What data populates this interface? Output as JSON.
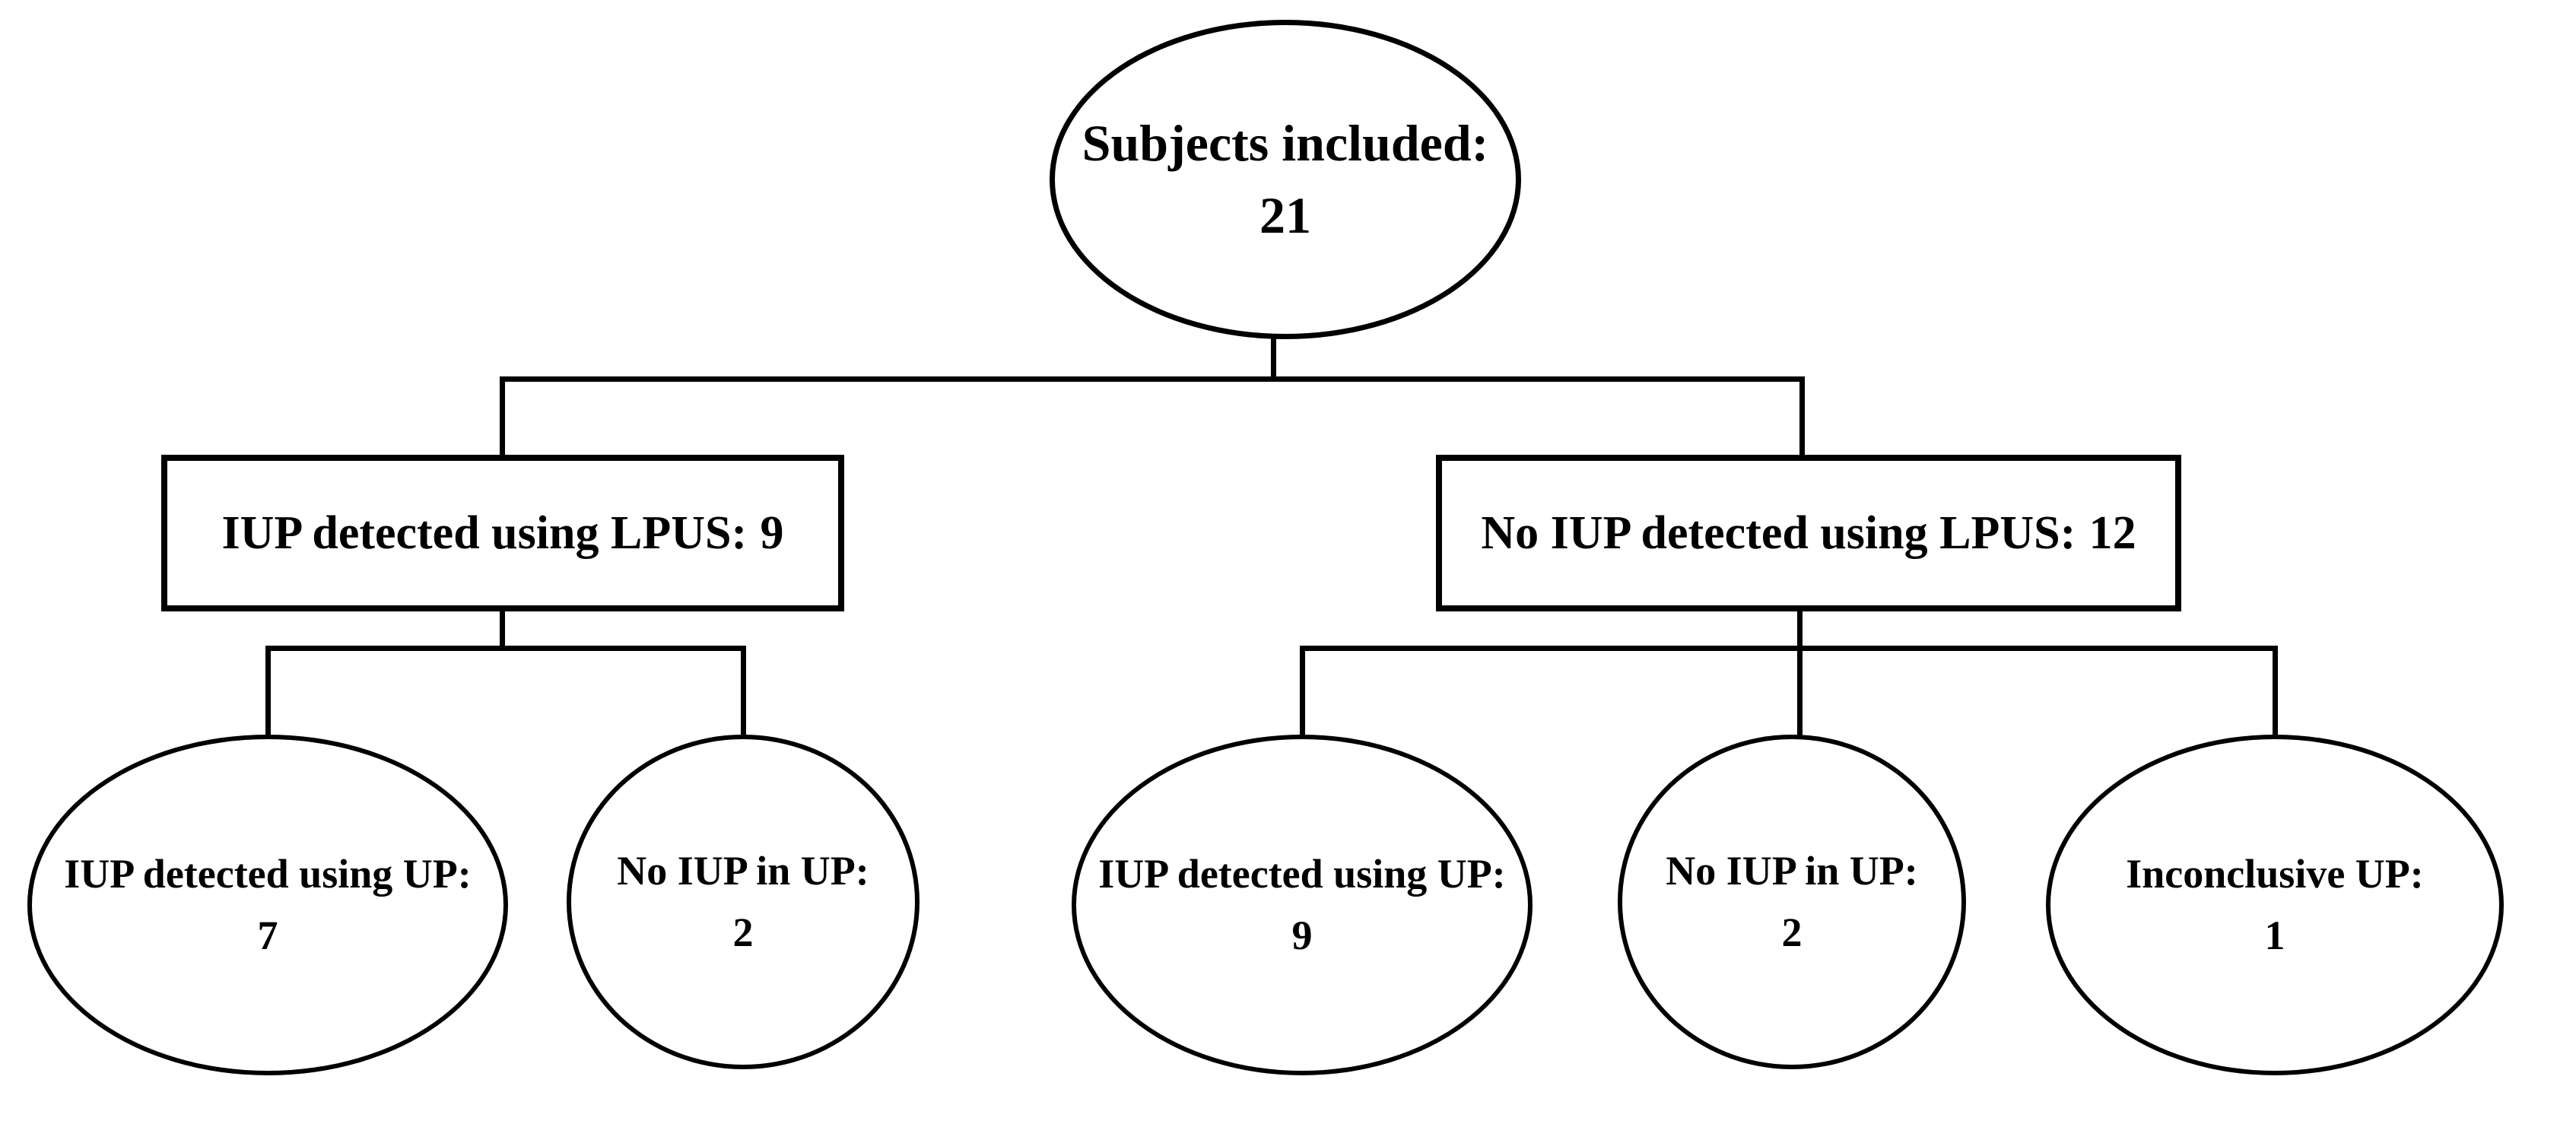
{
  "figure": {
    "type": "flowchart",
    "background": "#ffffff",
    "line_color": "#000000",
    "text_color": "#000000"
  },
  "nodes": {
    "root": {
      "shape": "ellipse",
      "label": "Subjects included:",
      "value": "21"
    },
    "left_branch": {
      "shape": "rectangle",
      "label": "IUP detected using LPUS:",
      "value": "9"
    },
    "right_branch": {
      "shape": "rectangle",
      "label": "No IUP detected using LPUS:",
      "value": "12"
    },
    "left_child_1": {
      "shape": "ellipse",
      "label": "IUP detected using UP:",
      "value": "7"
    },
    "left_child_2": {
      "shape": "ellipse",
      "label": "No IUP in UP:",
      "value": "2"
    },
    "right_child_1": {
      "shape": "ellipse",
      "label": "IUP detected using UP:",
      "value": "9"
    },
    "right_child_2": {
      "shape": "ellipse",
      "label": "No IUP in UP:",
      "value": "2"
    },
    "right_child_3": {
      "shape": "ellipse",
      "label": "Inconclusive UP:",
      "value": "1"
    }
  }
}
